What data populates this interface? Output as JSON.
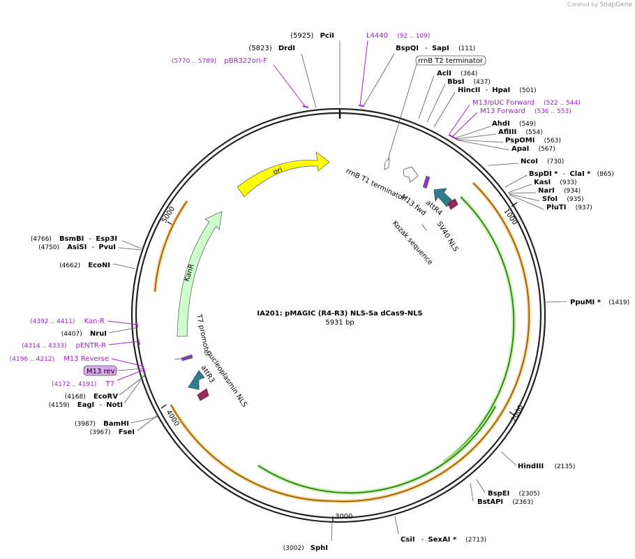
{
  "credit": {
    "prefix": "Created by",
    "brand": "SnapGene"
  },
  "title": "IA201: pMAGIC (R4-R3) NLS-Sa dCas9-NLS",
  "subtitle": "5931 bp",
  "ticks": [
    "1000",
    "2000",
    "3000",
    "4000",
    "5000"
  ],
  "features": {
    "ori": "ori",
    "kanr": "KanR",
    "t7promoter": "T7 promoter",
    "nucleoplasmin": "nucleoplasmin NLS",
    "attr3": "attR3",
    "attr4": "attR4",
    "sv40": "SV40 NLS",
    "kozak": "Kozak sequence",
    "m13fwd": "M13 fwd",
    "rrnbt1": "rrnB T1 terminator"
  },
  "sites": [
    {
      "name": "PciI",
      "pos": "(5925)"
    },
    {
      "name": "DrdI",
      "pos": "(5823)"
    },
    {
      "name": "BspQI",
      "name2": "SapI",
      "pos": "(111)"
    },
    {
      "name": "AclI",
      "pos": "(364)"
    },
    {
      "name": "BbsI",
      "pos": "(437)"
    },
    {
      "name": "HincII",
      "name2": "HpaI",
      "pos": "(501)"
    },
    {
      "name": "AhdI",
      "pos": "(549)"
    },
    {
      "name": "AflIII",
      "pos": "(554)"
    },
    {
      "name": "PspOMI",
      "pos": "(563)"
    },
    {
      "name": "ApaI",
      "pos": "(567)"
    },
    {
      "name": "NcoI",
      "pos": "(730)"
    },
    {
      "name": "BspDI *",
      "name2": "ClaI *",
      "pos": "(865)"
    },
    {
      "name": "KasI",
      "pos": "(933)"
    },
    {
      "name": "NarI",
      "pos": "(934)"
    },
    {
      "name": "SfoI",
      "pos": "(935)"
    },
    {
      "name": "PluTI",
      "pos": "(937)"
    },
    {
      "name": "PpuMI *",
      "pos": "(1419)"
    },
    {
      "name": "HindIII",
      "pos": "(2135)"
    },
    {
      "name": "BspEI",
      "pos": "(2305)"
    },
    {
      "name": "BstAPI",
      "pos": "(2363)"
    },
    {
      "name": "CsiI",
      "name2": "SexAI *",
      "pos": "(2713)"
    },
    {
      "name": "SphI",
      "pos": "(3002)"
    },
    {
      "name": "BamHI",
      "pos": "(3987)"
    },
    {
      "name": "FseI",
      "pos": "(3967)"
    },
    {
      "name": "EcoRV",
      "pos": "(4168)"
    },
    {
      "name": "EagI",
      "name2": "NotI",
      "pos": "(4159)"
    },
    {
      "name": "NruI",
      "pos": "(4407)"
    },
    {
      "name": "EcoNI",
      "pos": "(4662)"
    },
    {
      "name": "BsmBI",
      "name2": "Esp3I",
      "pos": "(4766)"
    },
    {
      "name": "AsiSI",
      "name2": "PvuI",
      "pos": "(4750)"
    }
  ],
  "primers": [
    {
      "name": "L4440",
      "range": "(92 .. 109)"
    },
    {
      "name": "pBR322ori-F",
      "range": "(5770 .. 5789)"
    },
    {
      "name": "M13/pUC Forward",
      "range": "(522 .. 544)"
    },
    {
      "name": "M13 Forward",
      "range": "(536 .. 553)"
    },
    {
      "name": "Kan-R",
      "range": "(4392 .. 4411)"
    },
    {
      "name": "pENTR-R",
      "range": "(4314 .. 4333)"
    },
    {
      "name": "M13 Reverse",
      "range": "(4196 .. 4212)"
    },
    {
      "name": "T7",
      "range": "(4172 .. 4191)"
    }
  ],
  "boxed": {
    "rrnbt2": "rrnB T2 terminator",
    "m13rev": "M13 rev"
  },
  "colors": {
    "ori": "#ffff00",
    "kanr": "#ccffcc",
    "orf": "#f0b040",
    "green": "#339900",
    "attr": "#2e7d8f",
    "nls": "#9a2a5a",
    "primer": "#a020c8",
    "m13rev_box": "#dca8f0"
  }
}
